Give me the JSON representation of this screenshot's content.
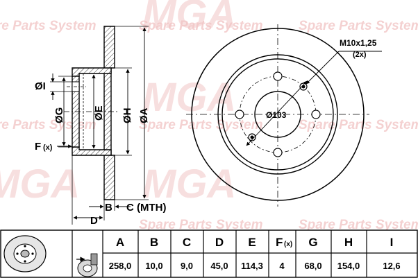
{
  "watermark": {
    "brand": "MGA",
    "line": "Spare Parts System"
  },
  "drawing": {
    "label_I": "ØI",
    "label_G": "ØG",
    "label_E": "ØE",
    "label_H": "ØH",
    "label_A": "ØA",
    "label_F": "F",
    "label_F_sub": "(x)",
    "label_B": "B",
    "label_C": "C (MTH)",
    "label_D": "D",
    "bolt_circle": "Ø103",
    "thread": "M10x1,25",
    "thread_count": "(2x)"
  },
  "table": {
    "headers": [
      "A",
      "B",
      "C",
      "D",
      "E",
      "F",
      "G",
      "H",
      "I"
    ],
    "header_F_sub": "(x)",
    "values": [
      "258,0",
      "10,0",
      "9,0",
      "45,0",
      "114,3",
      "4",
      "68,0",
      "154,0",
      "12,6"
    ]
  }
}
